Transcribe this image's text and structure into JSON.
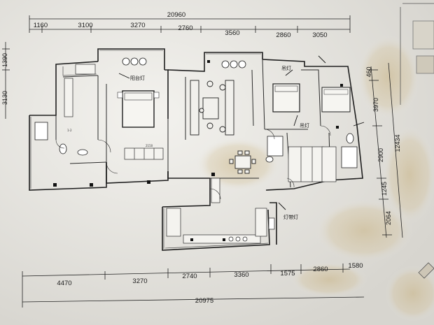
{
  "plan": {
    "top_total": "20960",
    "top_segments": [
      "1160",
      "3100",
      "3270",
      "2760",
      "3560",
      "2860",
      "3050"
    ],
    "bottom_segments": [
      "4470",
      "3270",
      "2740",
      "3360",
      "1575",
      "2860",
      "1580"
    ],
    "bottom_total": "20975",
    "left_segments": [
      "1390",
      "3130"
    ],
    "right_segments": [
      "460",
      "3970",
      "2900",
      "1245",
      "2064"
    ],
    "right_total": "12434",
    "room_width_note": "2150",
    "small_note": "1-2",
    "hand_notes": {
      "left_bedroom": "阳台灯",
      "right_bedroom": "吊灯",
      "corridor": "吊灯",
      "kitchen": "灯带灯"
    }
  },
  "colors": {
    "paper": "#e9e7e2",
    "ink": "#1f1f1f",
    "stain": "#c9b382"
  }
}
